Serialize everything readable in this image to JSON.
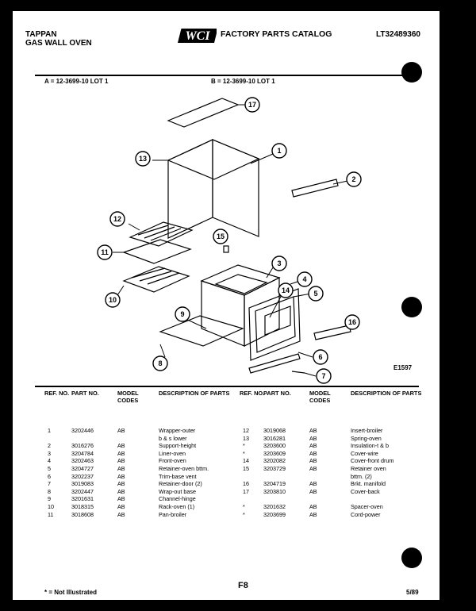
{
  "header": {
    "brand": "TAPPAN",
    "product": "GAS WALL OVEN",
    "logo_text": "WCI",
    "catalog_title": "FACTORY PARTS CATALOG",
    "catalog_number": "LT32489360",
    "lot_a": "A = 12-3699-10 LOT 1",
    "lot_b": "B = 12-3699-10 LOT 1"
  },
  "diagram_code": "E1597",
  "callouts": [
    "17",
    "1",
    "13",
    "2",
    "12",
    "15",
    "11",
    "3",
    "4",
    "10",
    "14",
    "5",
    "9",
    "16",
    "8",
    "6",
    "7"
  ],
  "columns": [
    "REF. NO.",
    "PART NO.",
    "MODEL CODES",
    "DESCRIPTION OF PARTS"
  ],
  "parts_left": [
    {
      "ref": "1",
      "part": "3202446",
      "model": "AB",
      "desc": "Wrapper-outer"
    },
    {
      "ref": "",
      "part": "",
      "model": "",
      "desc": "b & s lower"
    },
    {
      "ref": "2",
      "part": "3016276",
      "model": "AB",
      "desc": "Support-height"
    },
    {
      "ref": "3",
      "part": "3204784",
      "model": "AB",
      "desc": "Liner-oven"
    },
    {
      "ref": "4",
      "part": "3202463",
      "model": "AB",
      "desc": "Front-oven"
    },
    {
      "ref": "5",
      "part": "3204727",
      "model": "AB",
      "desc": "Retainer-oven bttm."
    },
    {
      "ref": "6",
      "part": "3202237",
      "model": "AB",
      "desc": "Trim-base vent"
    },
    {
      "ref": "7",
      "part": "3019083",
      "model": "AB",
      "desc": "Retainer-door (2)"
    },
    {
      "ref": "8",
      "part": "3202447",
      "model": "AB",
      "desc": "Wrap-out base"
    },
    {
      "ref": "9",
      "part": "3201631",
      "model": "AB",
      "desc": "Channel-hinge"
    },
    {
      "ref": "10",
      "part": "3018315",
      "model": "AB",
      "desc": "Rack-oven (1)"
    },
    {
      "ref": "11",
      "part": "3018608",
      "model": "AB",
      "desc": "Pan-broiler"
    }
  ],
  "parts_right": [
    {
      "ref": "12",
      "part": "3019068",
      "model": "AB",
      "desc": "Insert-broiler"
    },
    {
      "ref": "13",
      "part": "3016281",
      "model": "AB",
      "desc": "Spring-oven"
    },
    {
      "ref": "*",
      "part": "3203600",
      "model": "AB",
      "desc": "Insulation-t & b"
    },
    {
      "ref": "*",
      "part": "3203609",
      "model": "AB",
      "desc": "Cover-wire"
    },
    {
      "ref": "14",
      "part": "3202082",
      "model": "AB",
      "desc": "Cover-front drum"
    },
    {
      "ref": "15",
      "part": "3203729",
      "model": "AB",
      "desc": "Retainer oven"
    },
    {
      "ref": "",
      "part": "",
      "model": "",
      "desc": "bttm. (2)"
    },
    {
      "ref": "16",
      "part": "3204719",
      "model": "AB",
      "desc": "Brkt. manifold"
    },
    {
      "ref": "17",
      "part": "3203810",
      "model": "AB",
      "desc": "Cover-back"
    },
    {
      "ref": "",
      "part": "",
      "model": "",
      "desc": ""
    },
    {
      "ref": "*",
      "part": "3201632",
      "model": "AB",
      "desc": "Spacer-oven"
    },
    {
      "ref": "*",
      "part": "3203699",
      "model": "AB",
      "desc": "Cord-power"
    }
  ],
  "footer": {
    "note": "* = Not Illustrated",
    "page": "F8",
    "date": "5/89"
  }
}
